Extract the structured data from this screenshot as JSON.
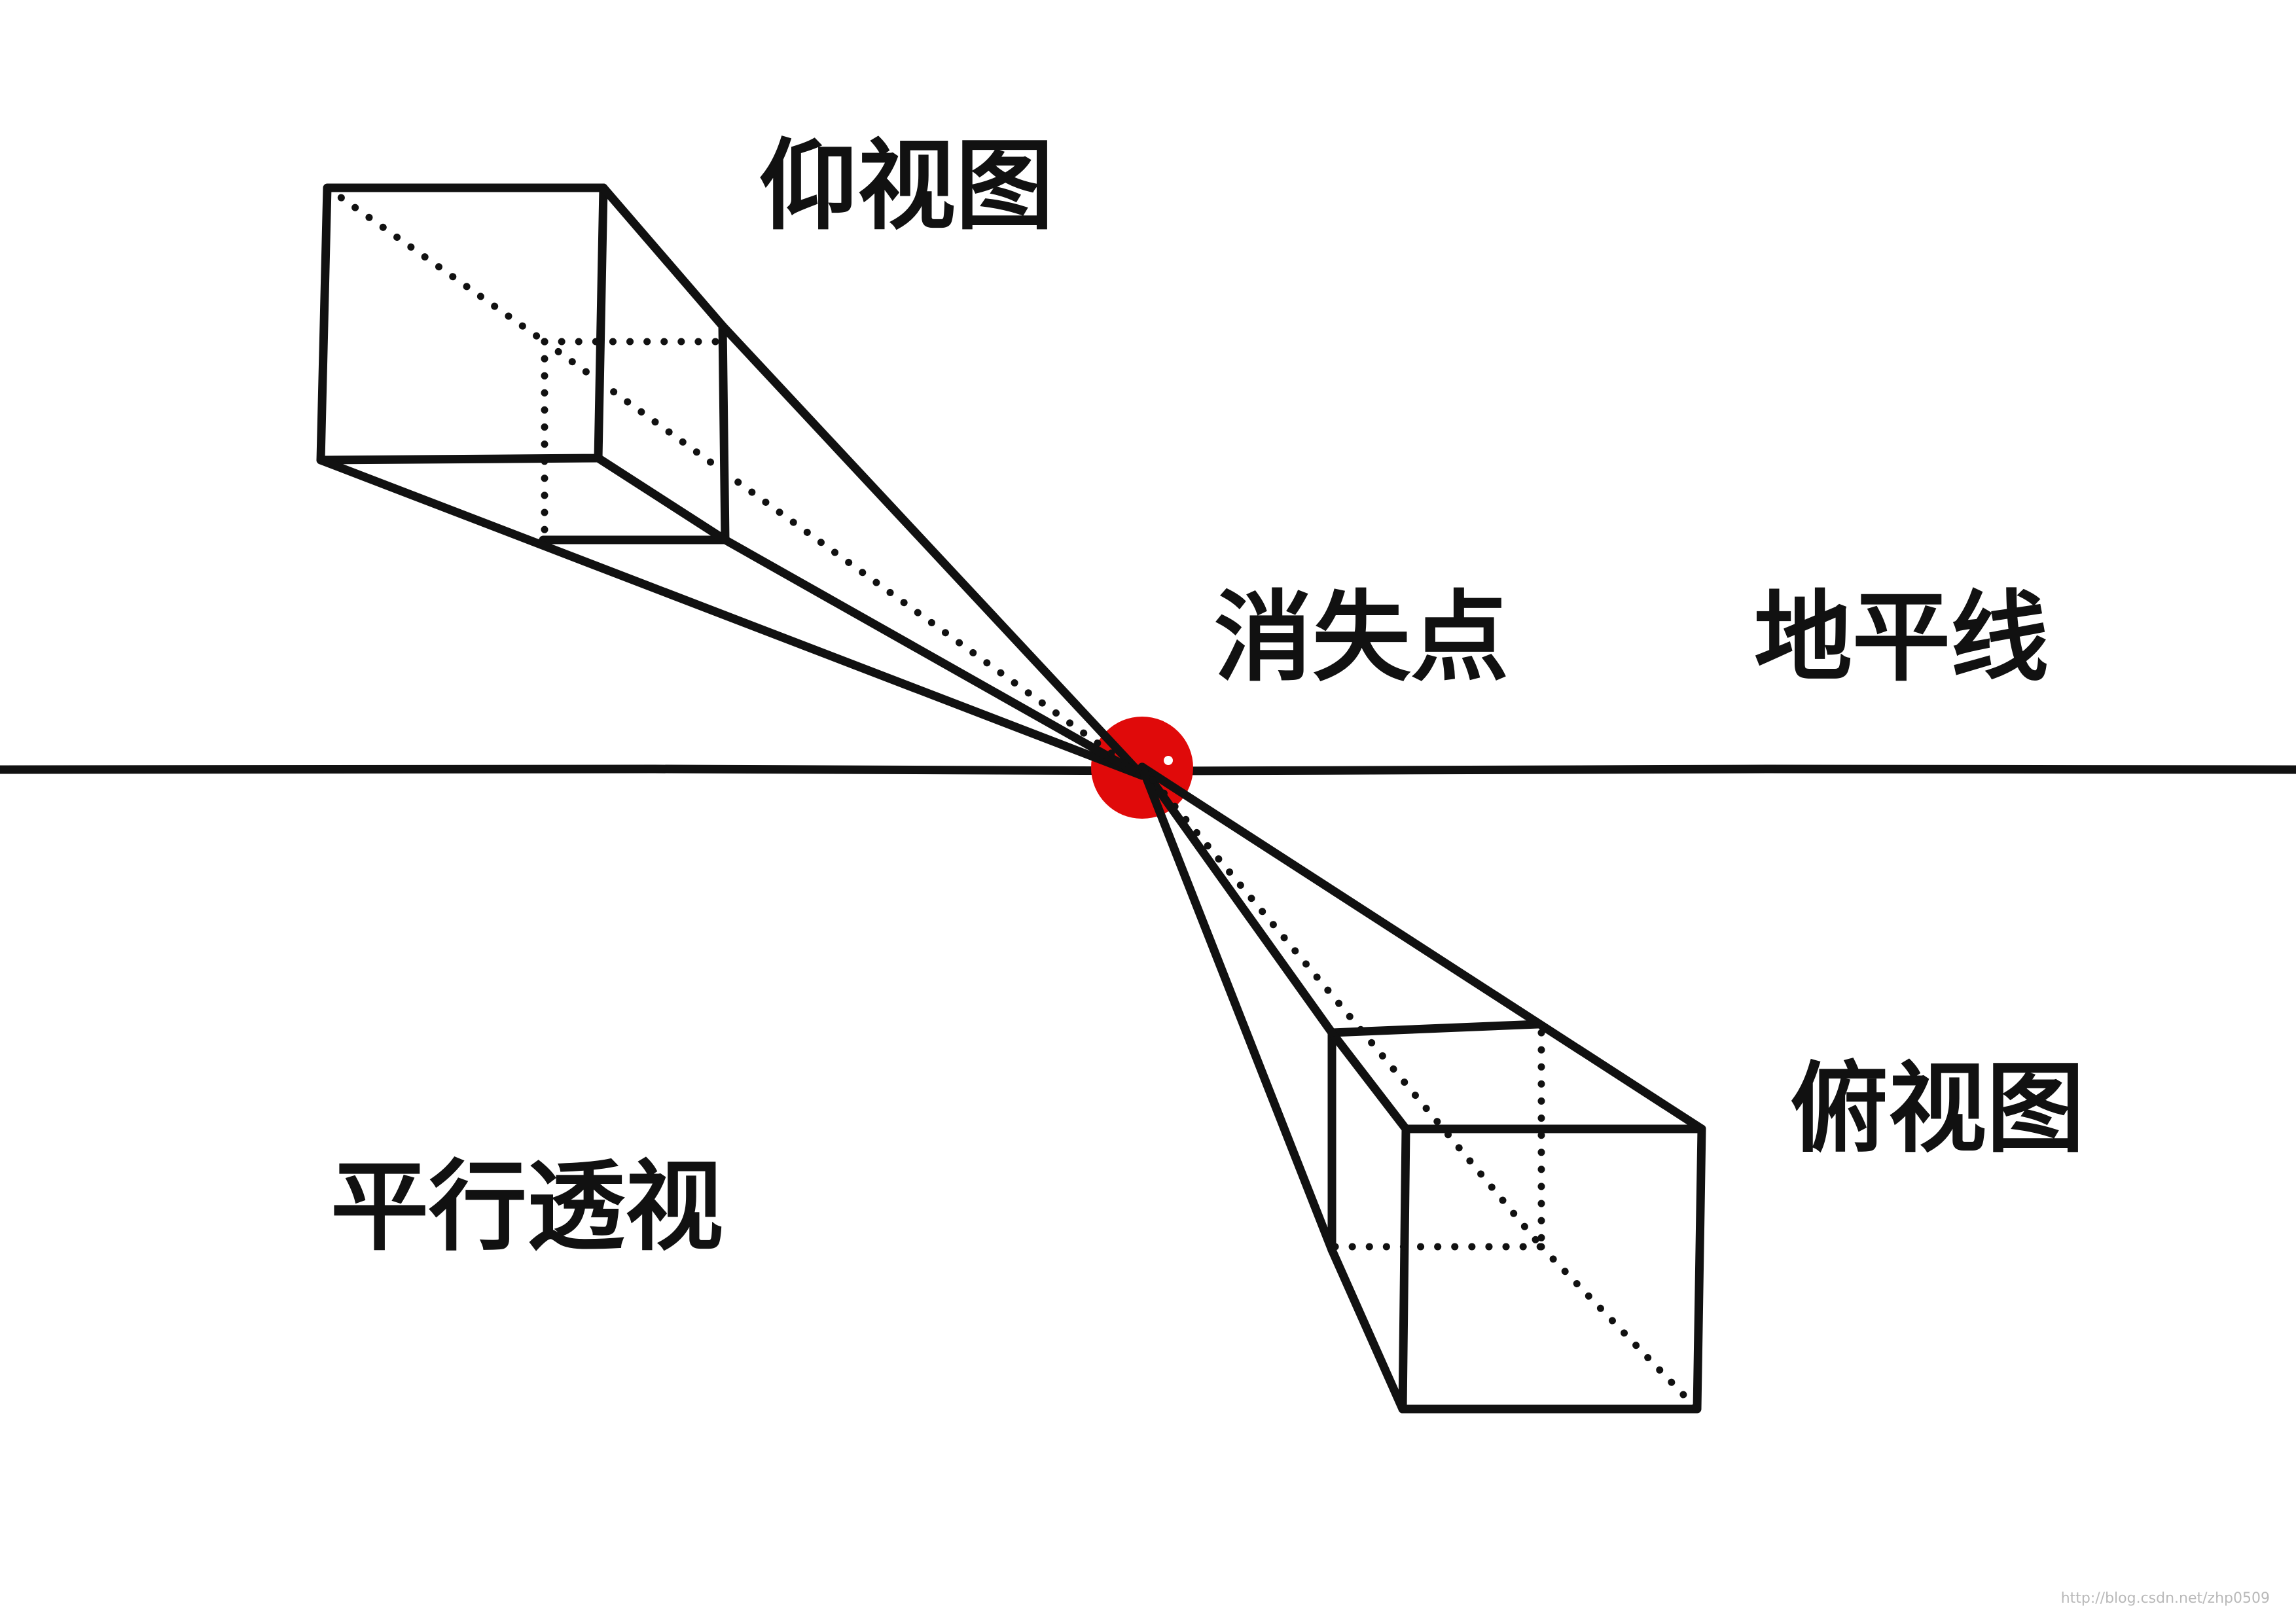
{
  "labels": {
    "upward_view": "仰视图",
    "vanishing_point": "消失点",
    "horizon": "地平线",
    "downward_view": "俯视图",
    "parallel_perspective": "平行透视"
  },
  "watermark": "http://blog.csdn.net/zhp0509",
  "colors": {
    "line": "#111111",
    "vanishing_point": "#e00a0a",
    "background": "#ffffff"
  }
}
